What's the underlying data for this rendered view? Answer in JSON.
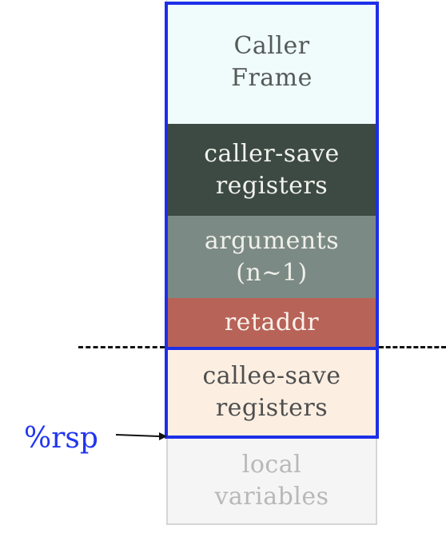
{
  "diagram": {
    "stack_blocks": [
      {
        "id": "caller-frame",
        "lines": [
          "Caller",
          "Frame"
        ]
      },
      {
        "id": "caller-save",
        "lines": [
          "caller-save",
          "registers"
        ]
      },
      {
        "id": "arguments",
        "lines": [
          "arguments",
          "(n~1)"
        ]
      },
      {
        "id": "retaddr",
        "lines": [
          "retaddr"
        ]
      },
      {
        "id": "callee-save",
        "lines": [
          "callee-save",
          "registers"
        ]
      },
      {
        "id": "local-vars",
        "lines": [
          "local",
          "variables"
        ]
      }
    ],
    "pointer_label": "%rsp",
    "colors": {
      "caller_frame": "#effcfb",
      "caller_save": "#3c4a43",
      "arguments": "#7c8a85",
      "retaddr": "#b86358",
      "callee_save": "#fcefe2",
      "local_vars": "#f5f5f5",
      "frame_outline": "#1d2fe8",
      "pointer_label": "#2136f0",
      "divider": "#111111"
    }
  }
}
